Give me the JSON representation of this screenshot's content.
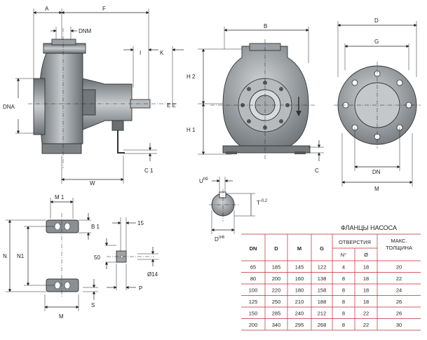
{
  "labels": {
    "A": "A",
    "F": "F",
    "DNM": "DNM",
    "I": "I",
    "K": "K",
    "DNA": "DNA",
    "W": "W",
    "C1": "C 1",
    "B": "B",
    "H2": "H 2",
    "H1": "H 1",
    "C": "C",
    "D": "D",
    "G": "G",
    "DN": "DN",
    "M": "M",
    "U": "U",
    "U_sup": "h9",
    "T": "T",
    "T_sup": "-0.2",
    "Dm": "D",
    "Dm_sup": "m6",
    "M1": "M 1",
    "B1": "B 1",
    "N": "N",
    "N1": "N1",
    "fifteen": "15",
    "fifty": "50",
    "dia14": "Ø14",
    "P": "P",
    "S": "S",
    "M_bottom": "M"
  },
  "table": {
    "title": "ФЛАНЦЫ НАСОСА",
    "headers": [
      "DN",
      "D",
      "M",
      "G",
      "ОТВЕРСТИЯ",
      "МАКС. ТОЛЩИНА"
    ],
    "subheaders": [
      "N°",
      "Ø"
    ],
    "rows": [
      [
        "65",
        "185",
        "145",
        "122",
        "4",
        "18",
        "20"
      ],
      [
        "80",
        "200",
        "160",
        "138",
        "8",
        "18",
        "22"
      ],
      [
        "100",
        "220",
        "180",
        "158",
        "8",
        "18",
        "24"
      ],
      [
        "125",
        "250",
        "210",
        "188",
        "8",
        "18",
        "26"
      ],
      [
        "150",
        "285",
        "240",
        "212",
        "8",
        "22",
        "26"
      ],
      [
        "200",
        "340",
        "295",
        "268",
        "8",
        "22",
        "30"
      ]
    ]
  },
  "colors": {
    "table_line": "#c0282d",
    "pump_body": "#8a8f93",
    "pump_light": "#c9cdd0",
    "pump_dark": "#5d6266"
  }
}
